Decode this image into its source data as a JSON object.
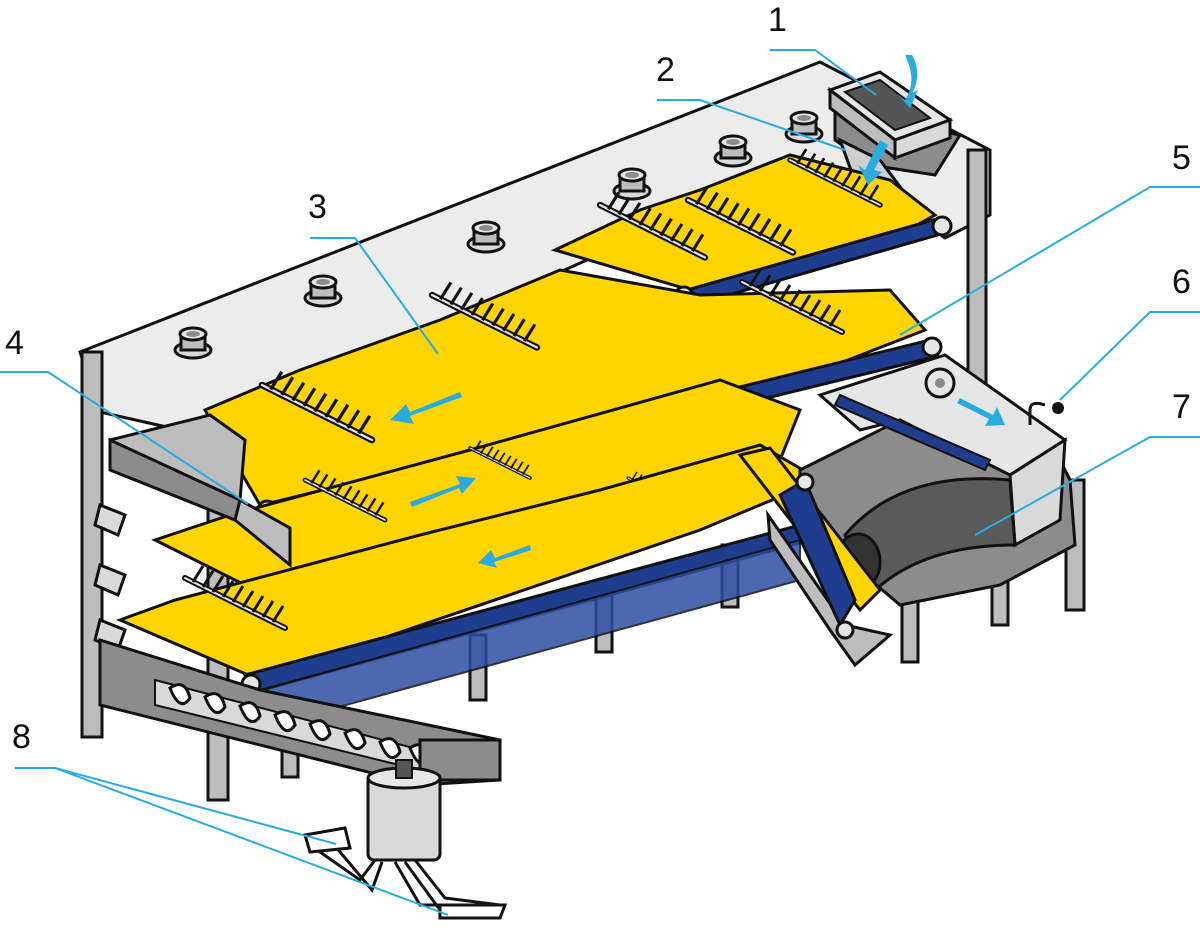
{
  "callouts": [
    {
      "id": "1",
      "label": "1"
    },
    {
      "id": "2",
      "label": "2"
    },
    {
      "id": "3",
      "label": "3"
    },
    {
      "id": "4",
      "label": "4"
    },
    {
      "id": "5",
      "label": "5"
    },
    {
      "id": "6",
      "label": "6"
    },
    {
      "id": "7",
      "label": "7"
    },
    {
      "id": "8",
      "label": "8"
    }
  ],
  "colors": {
    "belt": "#1e3d8f",
    "product": "#ffd400",
    "frame_light": "#e6e6e6",
    "frame_mid": "#bdbdbd",
    "frame_dark": "#8c8c8c",
    "leader": "#29abe2",
    "flow_arrow": "#29abe2",
    "outline": "#111111"
  },
  "icons": {
    "flow": "flow-arrow-icon"
  }
}
